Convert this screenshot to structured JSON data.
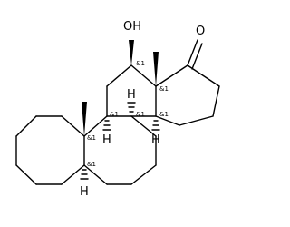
{
  "molecule": {
    "hydroxyl_label": "OH",
    "carbonyl_label": "O",
    "hydrogen_label": "H",
    "stereo_label": "&1"
  },
  "colors": {
    "ink": "#000000",
    "background": "#ffffff"
  }
}
